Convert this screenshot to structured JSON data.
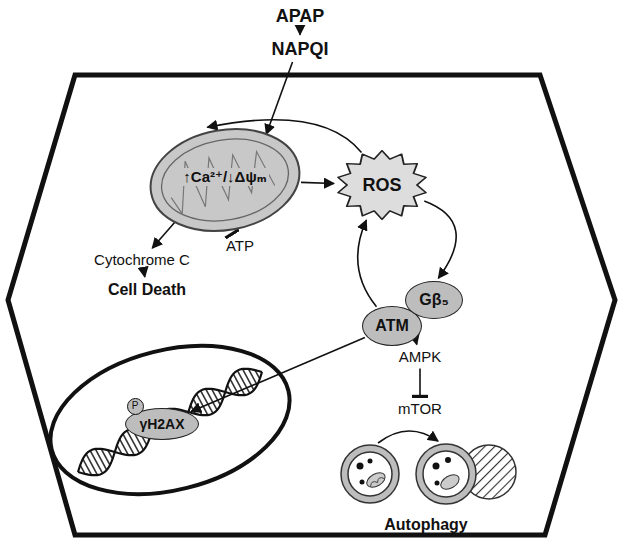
{
  "diagram": {
    "nodes": [
      {
        "text": [
          "APAP"
        ]
      },
      {
        "text": [
          "NAPQI"
        ]
      },
      {
        "text": [
          "↑Ca²⁺/↓Δψₘ"
        ]
      },
      {
        "text": [
          "ROS"
        ]
      },
      {
        "text": [
          "Cytochrome C"
        ]
      },
      {
        "text": [
          "ATP"
        ]
      },
      {
        "text": [
          "Cell Death"
        ]
      },
      {
        "text": [
          "ATM"
        ]
      },
      {
        "text": [
          "Gβ₅"
        ]
      },
      {
        "text": [
          "AMPK"
        ]
      },
      {
        "text": [
          "γH2AX"
        ]
      },
      {
        "text": [
          "mTOR"
        ]
      }
    ],
    "edges": [
      {
        "from": 0,
        "to": 1,
        "arrow": "to"
      },
      {
        "from": 1,
        "to": 2,
        "arrow": "to"
      },
      {
        "from": 2,
        "to": 3,
        "arrow": "to"
      },
      {
        "from": 3,
        "to": 2,
        "arrow": "to"
      },
      {
        "from": 2,
        "to": 4,
        "arrow": "to"
      },
      {
        "from": 4,
        "to": 6,
        "arrow": "to"
      },
      {
        "from": 2,
        "to": 5,
        "arrow": "to"
      },
      {
        "from": 3,
        "to": 8,
        "arrow": "to"
      },
      {
        "from": 7,
        "to": 3,
        "arrow": "to"
      },
      {
        "from": 7,
        "to": 10,
        "arrow": "to"
      },
      {
        "from": 8,
        "to": 9,
        "arrow": "to"
      },
      {
        "from": 9,
        "to": 11,
        "arrow": "to"
      }
    ],
    "labels": [
      "P",
      "Autophagy"
    ]
  }
}
